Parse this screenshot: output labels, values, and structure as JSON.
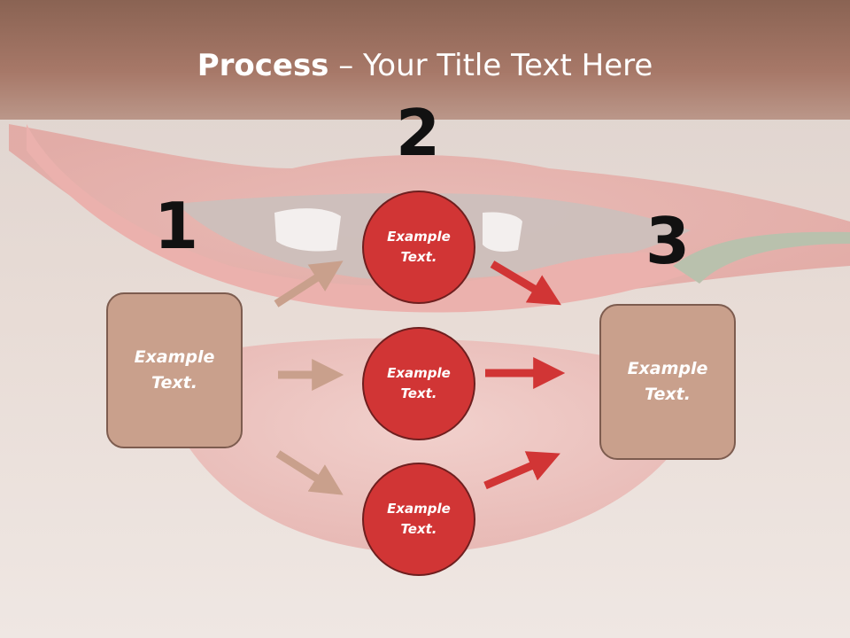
{
  "title": {
    "bold": "Process",
    "rest": " – Your Title Text Here"
  },
  "steps": [
    {
      "number": "1"
    },
    {
      "number": "2"
    },
    {
      "number": "3"
    }
  ],
  "left_box": {
    "text": "Example Text."
  },
  "right_box": {
    "text": "Example Text."
  },
  "circles": [
    {
      "text": "Example Text."
    },
    {
      "text": "Example Text."
    },
    {
      "text": "Example Text."
    }
  ],
  "colors": {
    "box_fill": "#c9a08c",
    "circle_fill": "#d13535",
    "tan_arrow": "#c9a08c",
    "red_arrow": "#d13535"
  }
}
